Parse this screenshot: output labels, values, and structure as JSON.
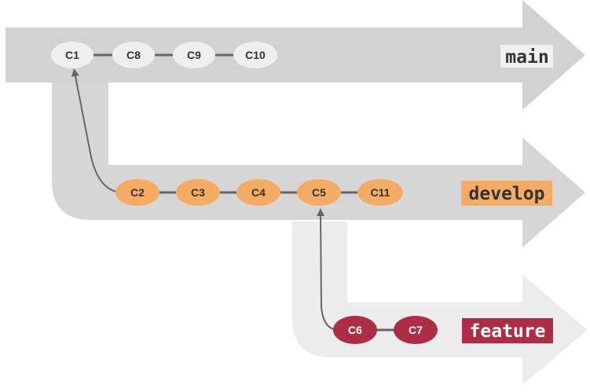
{
  "branches": [
    {
      "id": "main",
      "label": "main",
      "label_bg": "#f1f1f1",
      "label_color": "#333333"
    },
    {
      "id": "develop",
      "label": "develop",
      "label_bg": "#f4ac65",
      "label_color": "#333333"
    },
    {
      "id": "feature",
      "label": "feature",
      "label_bg": "#ad2d45",
      "label_color": "#ffffff"
    }
  ],
  "commits": {
    "main": [
      "C1",
      "C8",
      "C9",
      "C10"
    ],
    "develop": [
      "C2",
      "C3",
      "C4",
      "C5",
      "C11"
    ],
    "feature": [
      "C6",
      "C7"
    ]
  },
  "colors": {
    "main_arrow": "#d2d2d2",
    "develop_arrow": "#d6d6d6",
    "feature_arrow": "#ececec",
    "main_commit": "#efefef",
    "develop_commit": "#f4ac65",
    "feature_commit": "#ad2d45",
    "connector": "#666666"
  },
  "branch_points": [
    {
      "from": "C1",
      "to": "C2"
    },
    {
      "from": "C5",
      "to": "C6"
    }
  ]
}
